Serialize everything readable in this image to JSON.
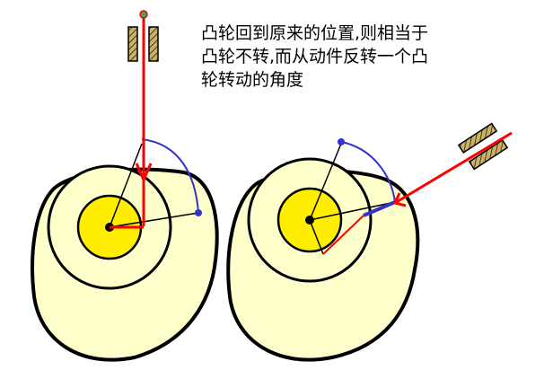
{
  "caption": {
    "lines": [
      "凸轮回到原来的位置,则相当于",
      "凸轮不转,而从动件反转一个凸",
      "轮转动的角度"
    ]
  },
  "colors": {
    "cam_fill": "#ffffcc",
    "hub_fill": "#ffee00",
    "outline": "#000000",
    "follower": "#ff0000",
    "rotation_arc": "#3333cc",
    "guide_hatch": "#6b5a1f",
    "background": "#ffffff"
  },
  "figures": {
    "left": {
      "description_icon": "cam-with-vertical-follower-icon"
    },
    "right": {
      "description_icon": "cam-with-inclined-follower-icon"
    }
  }
}
